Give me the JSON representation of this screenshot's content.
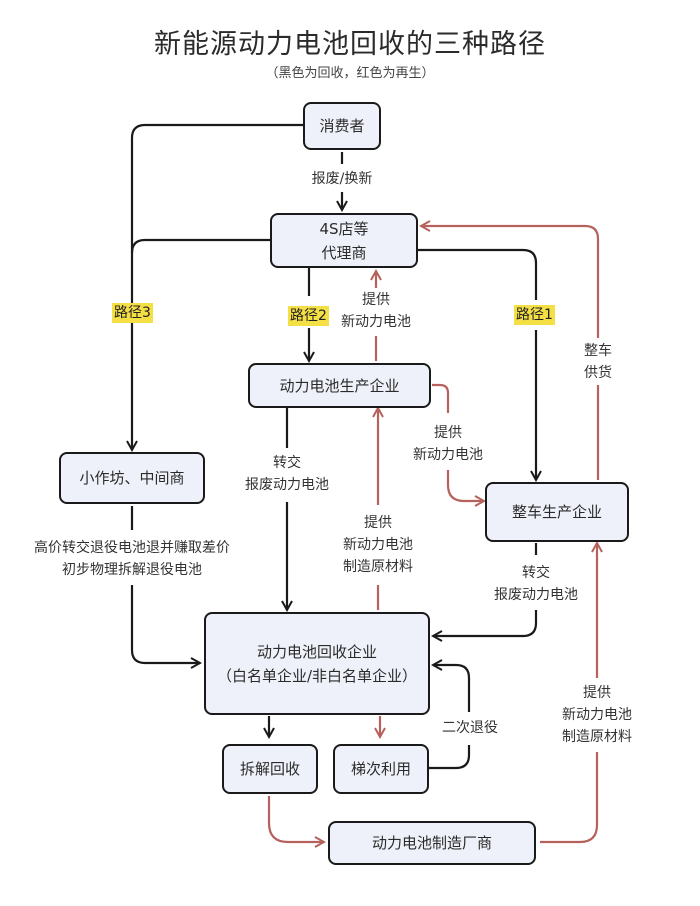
{
  "title": "新能源动力电池回收的三种路径",
  "subtitle": "（黑色为回收，红色为再生）",
  "colors": {
    "recycle": "#1a1a1a",
    "regen": "#b5625c",
    "box_fill": "#eef1f9",
    "path_highlight": "#f4df45"
  },
  "nodes": {
    "consumer": "消费者",
    "dealer_line1": "4S店等",
    "dealer_line2": "代理商",
    "battery_maker": "动力电池生产企业",
    "workshop": "小作坊、中间商",
    "automaker": "整车生产企业",
    "recycler_line1": "动力电池回收企业",
    "recycler_line2": "（白名单企业/非白名单企业）",
    "dismantle": "拆解回收",
    "cascade": "梯次利用",
    "cell_maker": "动力电池制造厂商"
  },
  "paths": {
    "p1": "路径1",
    "p2": "路径2",
    "p3": "路径3"
  },
  "edge_labels": {
    "scrap_renew": "报废/换新",
    "provide_new_battery_1": [
      "提供",
      "新动力电池"
    ],
    "vehicle_supply": [
      "整车",
      "供货"
    ],
    "provide_new_battery_2": [
      "提供",
      "新动力电池"
    ],
    "transfer_scrap_1": [
      "转交",
      "报废动力电池"
    ],
    "provide_materials_1": [
      "提供",
      "新动力电池",
      "制造原材料"
    ],
    "workshop_note": [
      "高价转交退役电池退并赚取差价",
      "初步物理拆解退役电池"
    ],
    "transfer_scrap_2": [
      "转交",
      "报废动力电池"
    ],
    "second_retire": "二次退役",
    "provide_materials_2": [
      "提供",
      "新动力电池",
      "制造原材料"
    ]
  }
}
